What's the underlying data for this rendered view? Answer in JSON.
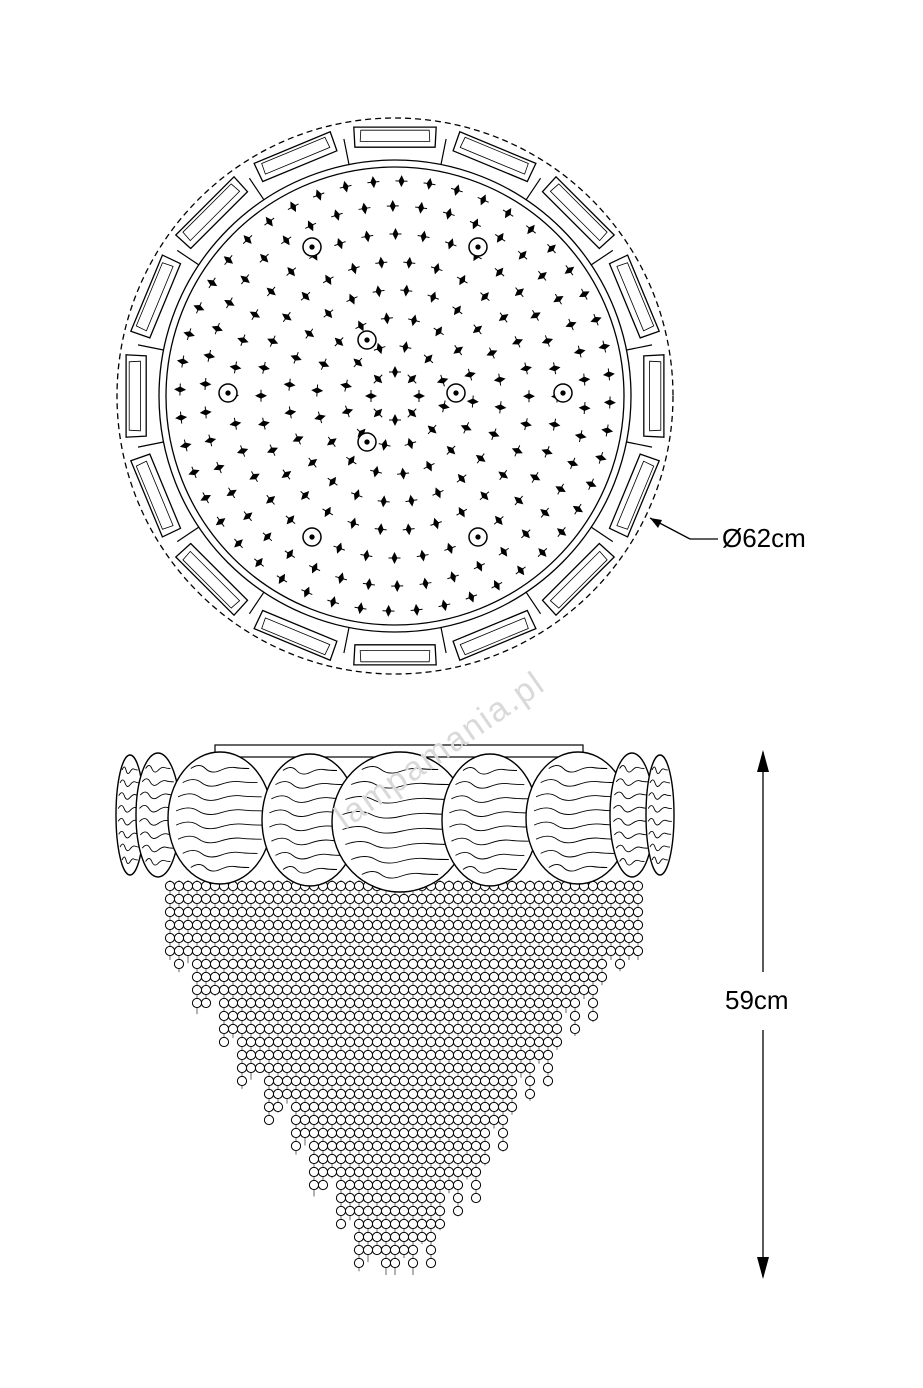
{
  "dimensions": {
    "diameter_label": "Ø62cm",
    "height_label": "59cm"
  },
  "watermark": "lampamania.pl",
  "colors": {
    "line": "#000000",
    "background": "#ffffff",
    "watermark": "#d9d9d9"
  }
}
